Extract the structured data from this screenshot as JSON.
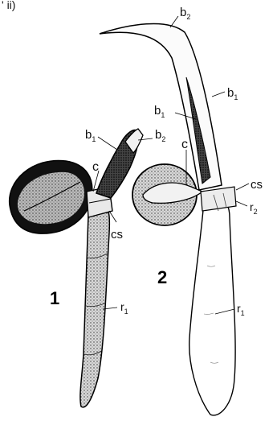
{
  "header": {
    "text": "' ii)"
  },
  "figures": [
    {
      "number": "1"
    },
    {
      "number": "2"
    }
  ],
  "labels": {
    "b_letter": "b",
    "c": "c",
    "cs": "cs",
    "r_letter": "r",
    "sub_1": "1",
    "sub_2": "2"
  },
  "colors": {
    "ink": "#111111",
    "background": "#ffffff"
  }
}
